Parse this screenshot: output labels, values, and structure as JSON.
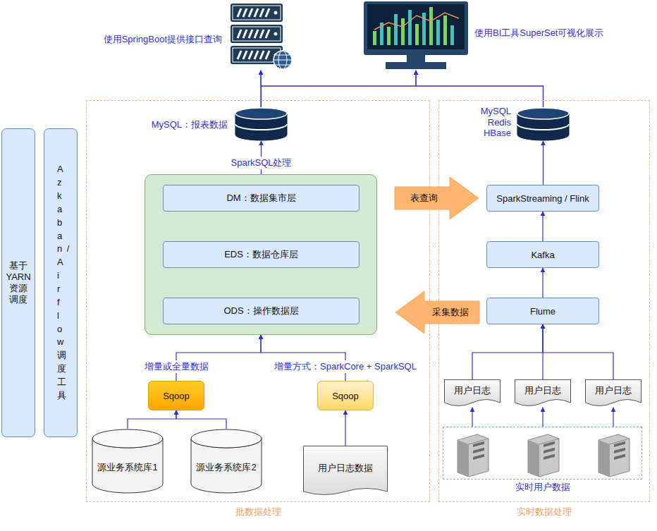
{
  "diagram": {
    "nodes": [
      {
        "text": [
          "使用SpringBoot提供接口查询"
        ]
      },
      {
        "text": [
          "使用BI工具SuperSet可视化展示"
        ]
      },
      {
        "text": [
          "基于YARN资源调度"
        ]
      },
      {
        "text": [
          "Azkaban/Airflow调度工具"
        ]
      },
      {
        "text": [
          "批数据处理"
        ]
      },
      {
        "text": [
          "MySQL：报表数据"
        ],
        "in": 4
      },
      {
        "text": [],
        "in": 4
      },
      {
        "text": [
          "DM：数据集市层"
        ],
        "in": 6
      },
      {
        "text": [
          "EDS：数据仓库层"
        ],
        "in": 6
      },
      {
        "text": [
          "ODS：操作数据层"
        ],
        "in": 6
      },
      {
        "text": [
          "Sqoop"
        ],
        "in": 4
      },
      {
        "text": [
          "源业务系统库1"
        ],
        "in": 4
      },
      {
        "text": [
          "源业务系统库2"
        ],
        "in": 4
      },
      {
        "text": [
          "Sqoop"
        ],
        "in": 4
      },
      {
        "text": [
          "用户日志数据"
        ],
        "in": 4
      },
      {
        "text": [
          "实时数据处理"
        ]
      },
      {
        "text": [
          "MySQL Redis HBase"
        ],
        "in": 15
      },
      {
        "text": [
          "SparkStreaming / Flink"
        ],
        "in": 15
      },
      {
        "text": [
          "Kafka"
        ],
        "in": 15
      },
      {
        "text": [
          "Flume"
        ],
        "in": 15
      },
      {
        "text": [
          "用户日志"
        ],
        "in": 15
      },
      {
        "text": [
          "用户日志"
        ],
        "in": 15
      },
      {
        "text": [
          "用户日志"
        ],
        "in": 15
      },
      {
        "text": [
          "实时用户数据"
        ],
        "in": 15
      },
      {
        "text": [
          "表查询"
        ]
      },
      {
        "text": [
          "采集数据"
        ]
      }
    ],
    "edges": [
      {
        "from": 5,
        "to": 0,
        "arrow": "to"
      },
      {
        "from": 5,
        "to": 1,
        "arrow": "to"
      },
      {
        "from": 16,
        "to": 0,
        "arrow": "to"
      },
      {
        "from": 16,
        "to": 1,
        "arrow": "to"
      },
      {
        "from": 7,
        "to": 5,
        "label": "SparkSQL处理",
        "arrow": "to"
      },
      {
        "from": 8,
        "to": 7,
        "arrow": "to"
      },
      {
        "from": 9,
        "to": 8,
        "arrow": "to"
      },
      {
        "from": 10,
        "to": 6,
        "label": "增量或全量数据",
        "arrow": "to"
      },
      {
        "from": 13,
        "to": 6,
        "label": "增量方式：SparkCore + SparkSQL",
        "arrow": "to"
      },
      {
        "from": 11,
        "to": 10,
        "arrow": "to"
      },
      {
        "from": 12,
        "to": 10,
        "arrow": "to"
      },
      {
        "from": 14,
        "to": 13,
        "arrow": "to"
      },
      {
        "from": 19,
        "to": 18,
        "arrow": "to"
      },
      {
        "from": 18,
        "to": 17,
        "arrow": "to"
      },
      {
        "from": 17,
        "to": 16,
        "arrow": "to"
      },
      {
        "from": 20,
        "to": 19,
        "arrow": "to"
      },
      {
        "from": 21,
        "to": 19,
        "arrow": "to"
      },
      {
        "from": 22,
        "to": 19,
        "arrow": "to"
      },
      {
        "from": 23,
        "to": 20,
        "arrow": "to"
      },
      {
        "from": 23,
        "to": 21,
        "arrow": "to"
      },
      {
        "from": 23,
        "to": 22,
        "arrow": "to"
      }
    ]
  }
}
